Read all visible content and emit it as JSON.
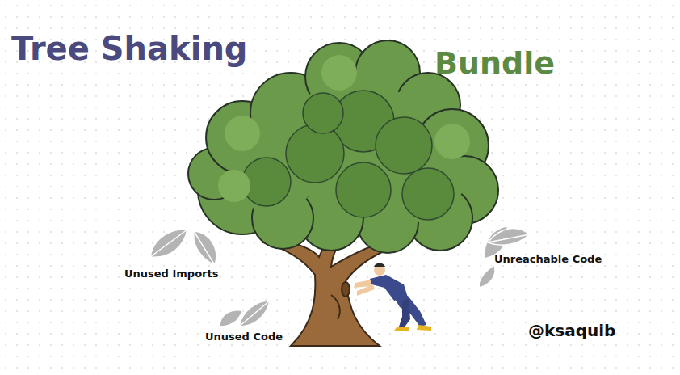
{
  "diagram": {
    "title": "Tree Shaking",
    "labels": [
      "Bundle",
      "Unused Imports",
      "Unused Code",
      "Unreachable Code",
      "@ksaquib"
    ]
  }
}
